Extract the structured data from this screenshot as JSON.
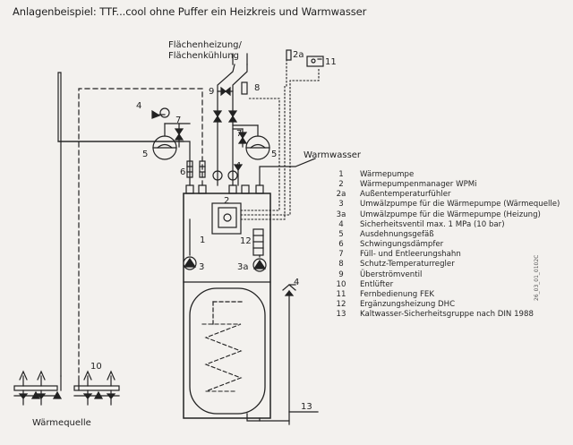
{
  "title": "Anlagenbeispiel: TTF...cool ohne Puffer ein Heizkreis und Warmwasser",
  "labels": {
    "flaechen_line1": "Flächenheizung/",
    "flaechen_line2": "Flächenkühlung",
    "warmwasser": "Warmwasser",
    "waermequelle": "Wärmequelle"
  },
  "component_numbers": {
    "n1": "1",
    "n2": "2",
    "n2a": "2a",
    "n3": "3",
    "n3a": "3a",
    "n4a": "4",
    "n4b": "4",
    "n4c": "4",
    "n5a": "5",
    "n5b": "5",
    "n6": "6",
    "n7a": "7",
    "n7b": "7",
    "n8": "8",
    "n9": "9",
    "n10": "10",
    "n11": "11",
    "n12": "12",
    "n13": "13"
  },
  "legend": [
    {
      "num": "1",
      "text": "Wärmepumpe"
    },
    {
      "num": "2",
      "text": "Wärmepumpenmanager WPMi"
    },
    {
      "num": "2a",
      "text": "Außentemperaturfühler"
    },
    {
      "num": "3",
      "text": "Umwälzpumpe für die Wärmepumpe (Wärmequelle)"
    },
    {
      "num": "3a",
      "text": "Umwälzpumpe für die Wärmepumpe (Heizung)"
    },
    {
      "num": "4",
      "text": "Sicherheitsventil max. 1 MPa (10 bar)"
    },
    {
      "num": "5",
      "text": "Ausdehnungsgefäß"
    },
    {
      "num": "6",
      "text": "Schwingungsdämpfer"
    },
    {
      "num": "7",
      "text": "Füll- und Entleerungshahn"
    },
    {
      "num": "8",
      "text": "Schutz-Temperaturregler"
    },
    {
      "num": "9",
      "text": "Überströmventil"
    },
    {
      "num": "10",
      "text": "Entlüfter"
    },
    {
      "num": "11",
      "text": "Fernbedienung FEK"
    },
    {
      "num": "12",
      "text": "Ergänzungsheizung DHC"
    },
    {
      "num": "13",
      "text": "Kaltwasser-Sicherheitsgruppe nach DIN 1988"
    }
  ],
  "doc_code": "26_03_01_0102C"
}
